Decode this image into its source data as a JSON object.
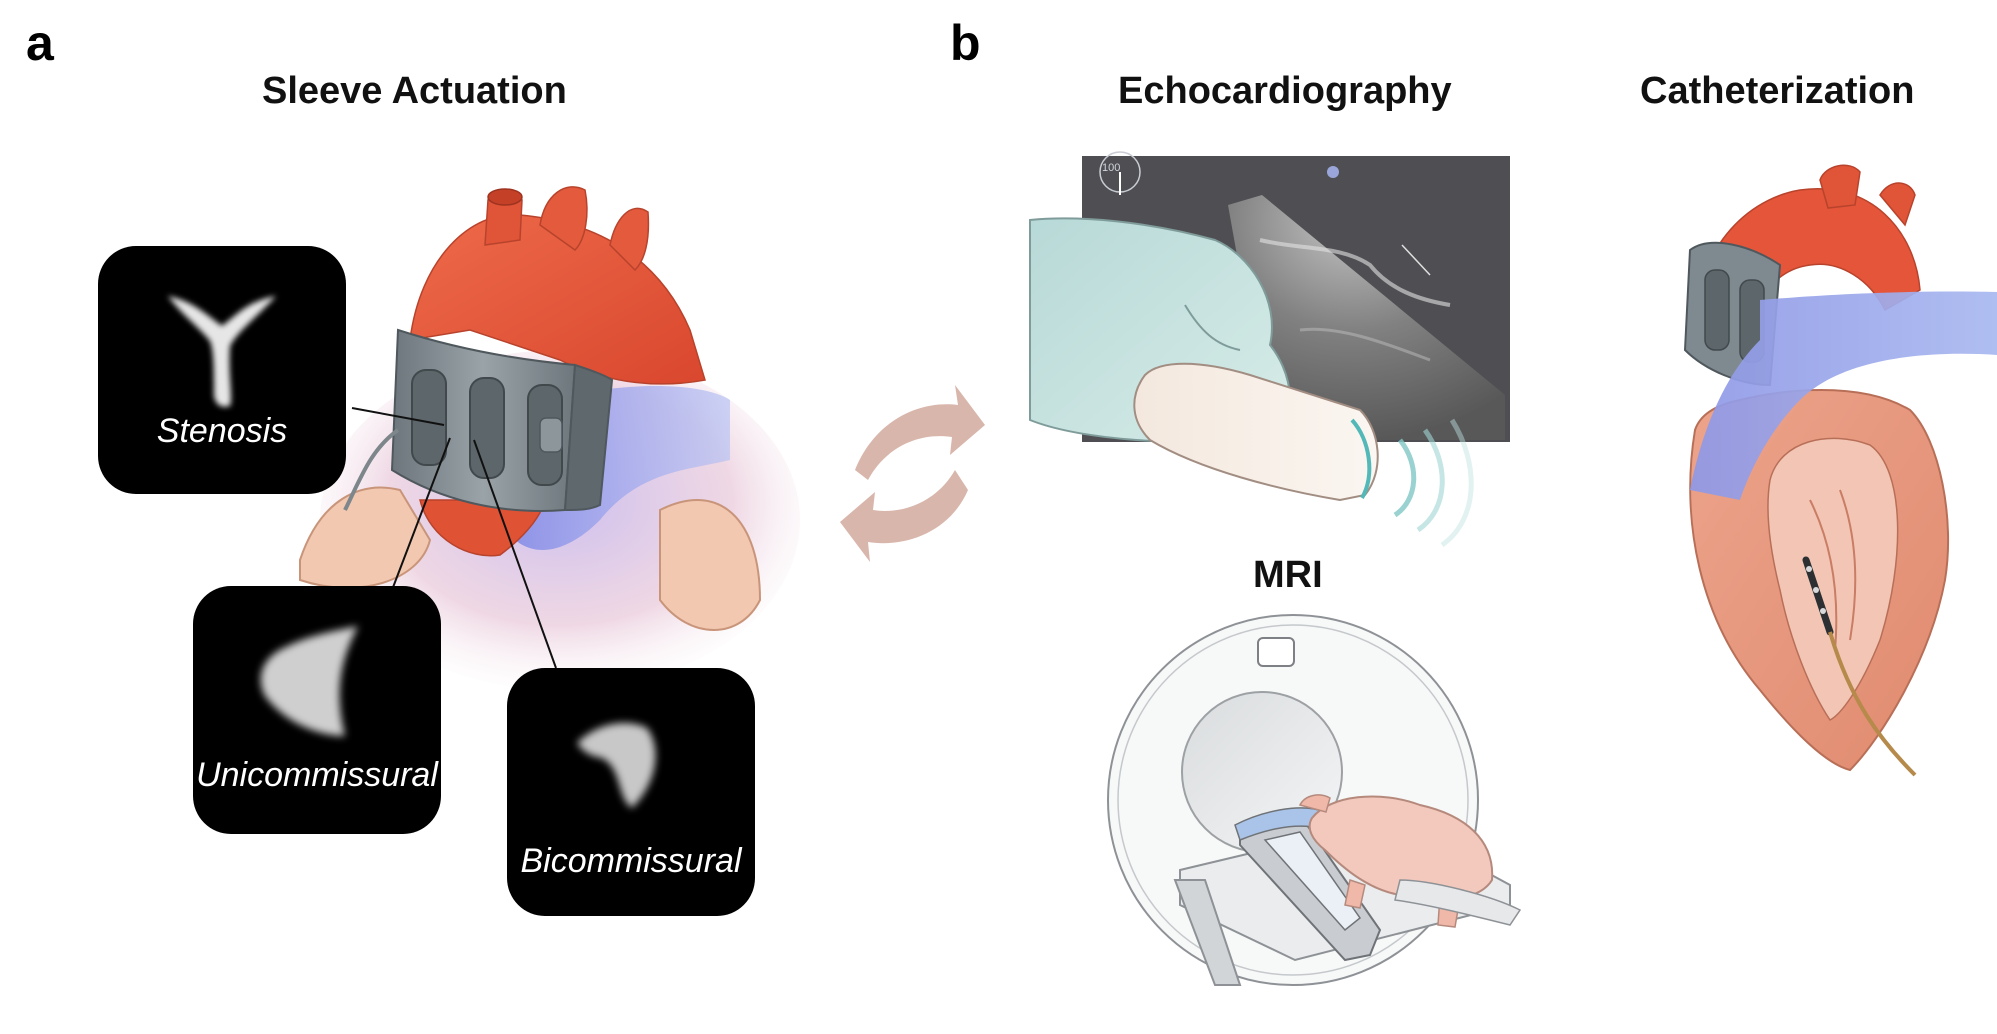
{
  "panel_a": {
    "letter": "a",
    "title": "Sleeve Actuation",
    "insets": [
      {
        "label": "Stenosis"
      },
      {
        "label": "Unicommissural"
      },
      {
        "label": "Bicommissural"
      }
    ]
  },
  "panel_b": {
    "letter": "b",
    "echo_title": "Echocardiography",
    "cath_title": "Catheterization",
    "mri_title": "MRI",
    "echo_screen_depth": "100"
  },
  "colors": {
    "aorta_red": "#e4553a",
    "vein_blue": "#8f9ae8",
    "sleeve_gray": "#7f8a90",
    "arrow_tan": "#d7b4a9",
    "heart_muscle": "#e99a82"
  }
}
